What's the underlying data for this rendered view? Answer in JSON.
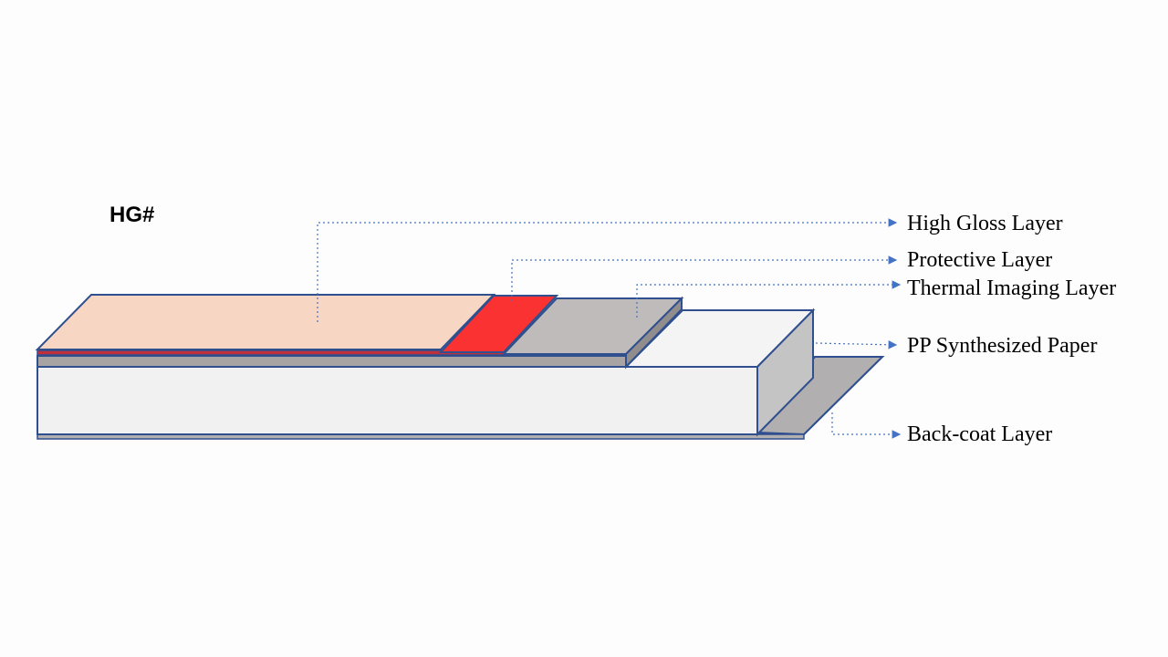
{
  "title": "HG#",
  "layers": [
    {
      "id": "high-gloss",
      "label": "High Gloss Layer",
      "color": "#f7d7c3"
    },
    {
      "id": "protective",
      "label": "Protective Layer",
      "color": "#fb3232"
    },
    {
      "id": "thermal-imaging",
      "label": "Thermal Imaging Layer",
      "color": "#bfbbbb"
    },
    {
      "id": "pp-paper",
      "label": "PP Synthesized Paper",
      "color": "#f1f1f1"
    },
    {
      "id": "back-coat",
      "label": "Back-coat Layer",
      "color": "#b1afaf"
    }
  ],
  "colors": {
    "outline": "#2f4f8f",
    "leader": "#4472c4",
    "paper_side": "#c4c4c4",
    "thermal_side": "#a8a4a4"
  }
}
